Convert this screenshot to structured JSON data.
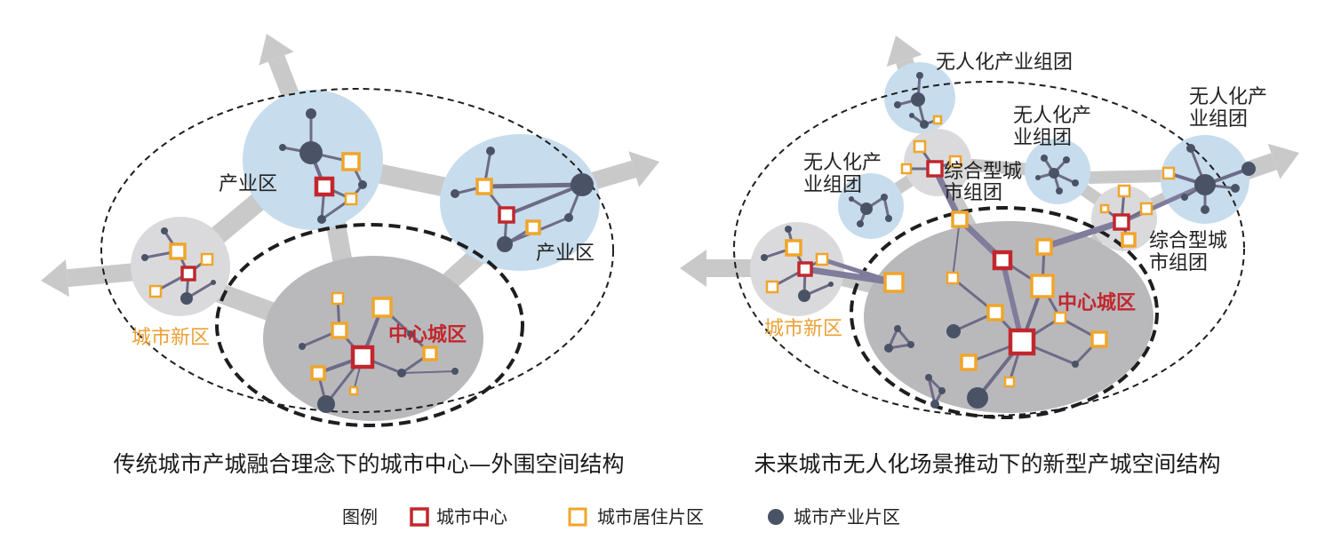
{
  "left_diagram": {
    "labels": {
      "industry_zone_top": "产业区",
      "industry_zone_right": "产业区",
      "new_town": "城市新区",
      "central_district": "中心城区"
    },
    "caption": "传统城市产城融合理念下的城市中心—外围空间结构"
  },
  "right_diagram": {
    "labels": {
      "unmanned_cluster_top": "无人化产业组团",
      "unmanned_cluster_left": [
        "无人化产",
        "业组团"
      ],
      "unmanned_cluster_mid": [
        "无人化产",
        "业组团"
      ],
      "unmanned_cluster_right": [
        "无人化产",
        "业组团"
      ],
      "mixed_cluster_top": [
        "综合型城",
        "市组团"
      ],
      "mixed_cluster_right": [
        "综合型城",
        "市组团"
      ],
      "new_town": "城市新区",
      "central_district": "中心城区"
    },
    "caption": "未来城市无人化场景推动下的新型产城空间结构"
  },
  "legend": {
    "title": "图例",
    "items": [
      {
        "label": "城市中心",
        "symbol": "red-hollow-square"
      },
      {
        "label": "城市居住片区",
        "symbol": "orange-hollow-square"
      },
      {
        "label": "城市产业片区",
        "symbol": "dark-dot"
      }
    ]
  },
  "colors": {
    "industry_zone": "#c7dcec",
    "mixed_zone": "#dadadc",
    "central_zone": "#b9b9bc",
    "connector": "#c9c9c9",
    "network_edge": "#6d6b87",
    "trunk_edge": "#807c9b",
    "industry_node": "#4a5366",
    "city_center": "#c1272d",
    "residential": "#f0a52a",
    "new_town_label": "#eba136"
  }
}
